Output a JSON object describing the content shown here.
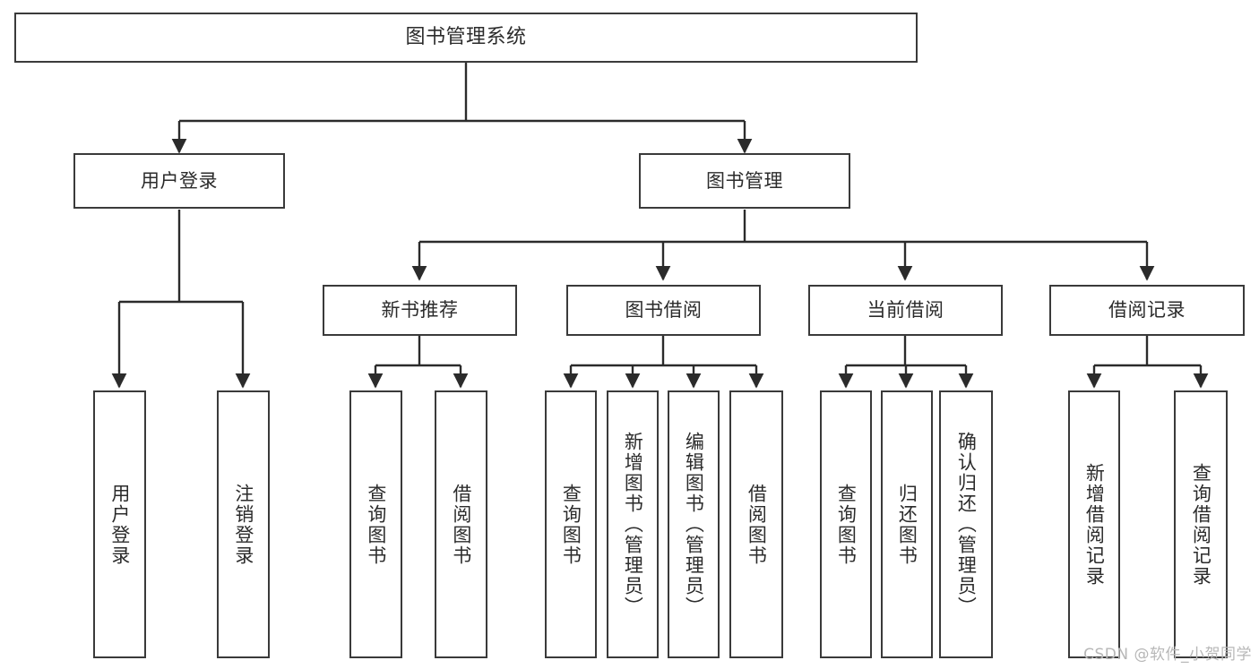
{
  "diagram": {
    "title": "图书管理系统",
    "watermark": "CSDN @软件_小贺同学",
    "theme": {
      "background": "#ffffff",
      "box_border": "#3a3a3a",
      "box_fill": "#ffffff",
      "text": "#2b2b2b",
      "edge": "#2b2b2b",
      "watermark": "#b7b7b7"
    },
    "root": {
      "label": "图书管理系统"
    },
    "level2": [
      {
        "label": "用户登录"
      },
      {
        "label": "图书管理"
      }
    ],
    "level3": [
      {
        "label": "新书推荐"
      },
      {
        "label": "图书借阅"
      },
      {
        "label": "当前借阅"
      },
      {
        "label": "借阅记录"
      }
    ],
    "leaves": {
      "user_login": [
        {
          "label": "用户登录"
        },
        {
          "label": "注销登录"
        }
      ],
      "new_book_recommend": [
        {
          "label": "查询图书"
        },
        {
          "label": "借阅图书"
        }
      ],
      "book_borrow": [
        {
          "label": "查询图书"
        },
        {
          "label": "新增图书（管理员）"
        },
        {
          "label": "编辑图书（管理员）"
        },
        {
          "label": "借阅图书"
        }
      ],
      "current_borrow": [
        {
          "label": "查询图书"
        },
        {
          "label": "归还图书"
        },
        {
          "label": "确认归还（管理员）"
        }
      ],
      "borrow_record": [
        {
          "label": "新增借阅记录"
        },
        {
          "label": "查询借阅记录"
        }
      ]
    }
  }
}
